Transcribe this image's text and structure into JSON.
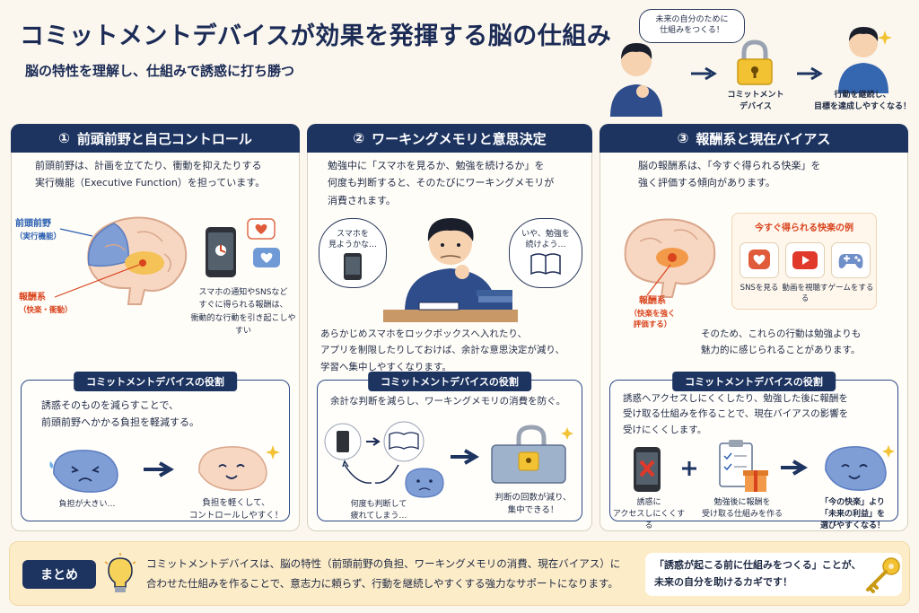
{
  "header": {
    "title": "コミットメントデバイスが効果を発揮する脳の仕組み",
    "subtitle": "脳の特性を理解し、仕組みで誘惑に打ち勝つ"
  },
  "flow": {
    "thought_line1": "未来の自分のために",
    "thought_line2": "仕組みをつくる！",
    "device_line1": "コミットメント",
    "device_line2": "デバイス",
    "result_line1": "行動を継続し、",
    "result_line2": "目標を達成しやすくなる！"
  },
  "panels": [
    {
      "number": "①",
      "title": "前頭前野と自己コントロール",
      "intro_line1": "前頭前野は、計画を立てたり、衝動を抑えたりする",
      "intro_line2": "実行機能（Executive Function）を担っています。",
      "label_pfc": "前頭前野",
      "label_pfc_sub": "（実行機能）",
      "label_reward": "報酬系",
      "label_reward_sub": "（快楽・衝動）",
      "phone_note_line1": "スマホの通知やSNSなど",
      "phone_note_line2": "すぐに得られる報酬は、",
      "phone_note_line3": "衝動的な行動を引き起こしやすい",
      "role_title": "コミットメントデバイスの役割",
      "role_line1": "誘惑そのものを減らすことで、",
      "role_line2": "前頭前野へかかる負担を軽減する。",
      "before_caption": "負担が大きい…",
      "after_caption_line1": "負担を軽くして、",
      "after_caption_line2": "コントロールしやすく！"
    },
    {
      "number": "②",
      "title": "ワーキングメモリと意思決定",
      "intro_line1": "勉強中に「スマホを見るか、勉強を続けるか」を",
      "intro_line2": "何度も判断すると、そのたびにワーキングメモリが",
      "intro_line3": "消費されます。",
      "thought_left_line1": "スマホを",
      "thought_left_line2": "見ようかな…",
      "thought_right_line1": "いや、勉強を",
      "thought_right_line2": "続けよう…",
      "mid_line1": "あらかじめスマホをロックボックスへ入れたり、",
      "mid_line2": "アプリを制限したりしておけば、余計な意思決定が減り、",
      "mid_line3": "学習へ集中しやすくなります。",
      "role_title": "コミットメントデバイスの役割",
      "role_line1": "余計な判断を減らし、ワーキングメモリの消費を防ぐ。",
      "cycle_caption_line1": "何度も判断して",
      "cycle_caption_line2": "疲れてしまう…",
      "box_caption_line1": "判断の回数が減り、",
      "box_caption_line2": "集中できる！"
    },
    {
      "number": "③",
      "title": "報酬系と現在バイアス",
      "intro_line1": "脳の報酬系は、「今すぐ得られる快楽」を",
      "intro_line2": "強く評価する傾向があります。",
      "pleasure_title": "今すぐ得られる快楽の例",
      "pleasure_items": [
        "SNSを見る",
        "動画を視聴する",
        "ゲームをする"
      ],
      "label_reward": "報酬系",
      "label_reward_sub_line1": "（快楽を強く",
      "label_reward_sub_line2": "評価する）",
      "mid_line1": "そのため、これらの行動は勉強よりも",
      "mid_line2": "魅力的に感じられることがあります。",
      "role_title": "コミットメントデバイスの役割",
      "role_line1": "誘惑へアクセスしにくくしたり、勉強した後に報酬を",
      "role_line2": "受け取る仕組みを作ることで、現在バイアスの影響を",
      "role_line3": "受けにくくします。",
      "cap1_line1": "誘惑に",
      "cap1_line2": "アクセスしにくくする",
      "cap2_line1": "勉強後に報酬を",
      "cap2_line2": "受け取る仕組みを作る",
      "cap3_line1": "「今の快楽」より",
      "cap3_line2": "「未来の利益」を",
      "cap3_line3": "選びやすくなる！"
    }
  ],
  "summary": {
    "tag": "まとめ",
    "line1": "コミットメントデバイスは、脳の特性（前頭前野の負担、ワーキングメモリの消費、現在バイアス）に",
    "line2": "合わせた仕組みを作ることで、意志力に頼らず、行動を継続しやすくする強力なサポートになります。",
    "callout_line1": "「誘惑が起こる前に仕組みをつくる」ことが、",
    "callout_line2": "未来の自分を助けるカギです！"
  },
  "colors": {
    "navy": "#1d3461",
    "accent_red": "#d9441e",
    "accent_blue": "#2a5fb0",
    "summary_bg": "#fdecc8"
  }
}
